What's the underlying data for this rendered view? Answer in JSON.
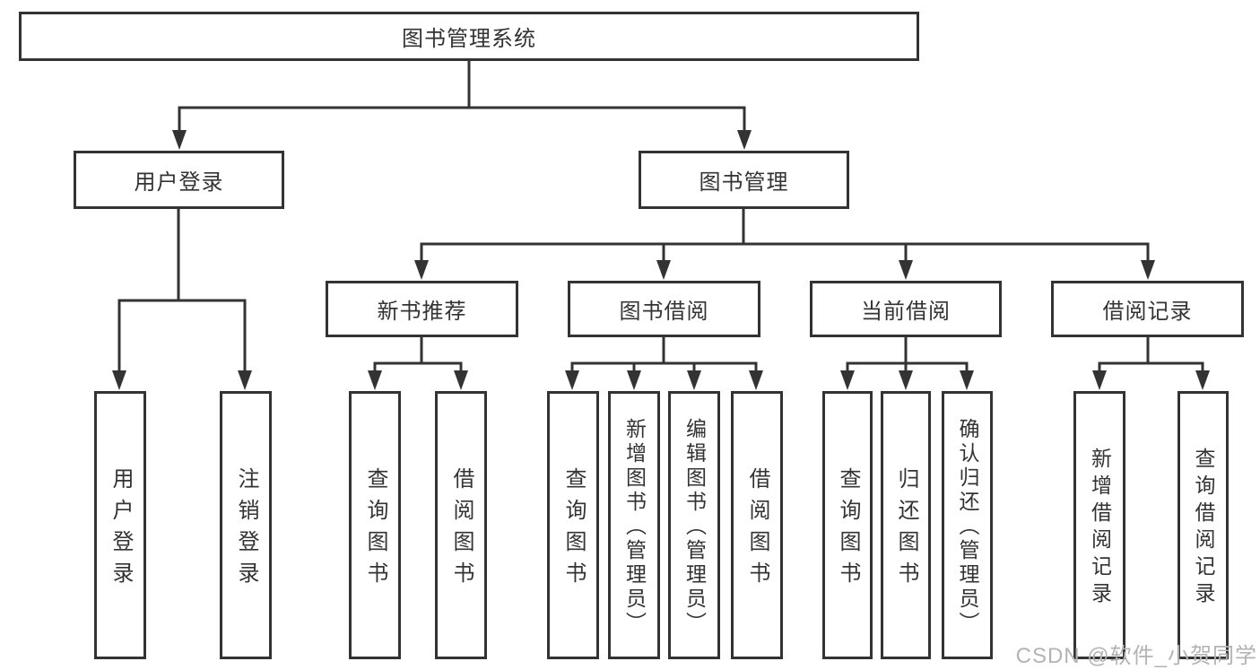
{
  "title": "图书管理系统",
  "nodes": {
    "user_login": "用户登录",
    "book_management": "图书管理",
    "new_book_recommend": "新书推荐",
    "book_borrow": "图书借阅",
    "current_borrow": "当前借阅",
    "borrow_records": "借阅记录",
    "leaf_user_login": "用户登录",
    "leaf_logout": "注销登录",
    "leaf_query_books_recommend": "查询图书",
    "leaf_borrow_books_recommend": "借阅图书",
    "leaf_query_books_borrow": "查询图书",
    "leaf_add_book_admin": "新增图书（管理员）",
    "leaf_edit_book_admin": "编辑图书（管理员）",
    "leaf_borrow_books_borrow": "借阅图书",
    "leaf_query_books_current": "查询图书",
    "leaf_return_book": "归还图书",
    "leaf_confirm_return_admin": "确认归还（管理员）",
    "leaf_add_borrow_record": "新增借阅记录",
    "leaf_query_borrow_record": "查询借阅记录"
  },
  "watermark": "CSDN @软件_小贺同学",
  "colors": {
    "line": "#333333",
    "text": "#333333",
    "watermark": "#b3b3b3",
    "background": "#ffffff"
  }
}
